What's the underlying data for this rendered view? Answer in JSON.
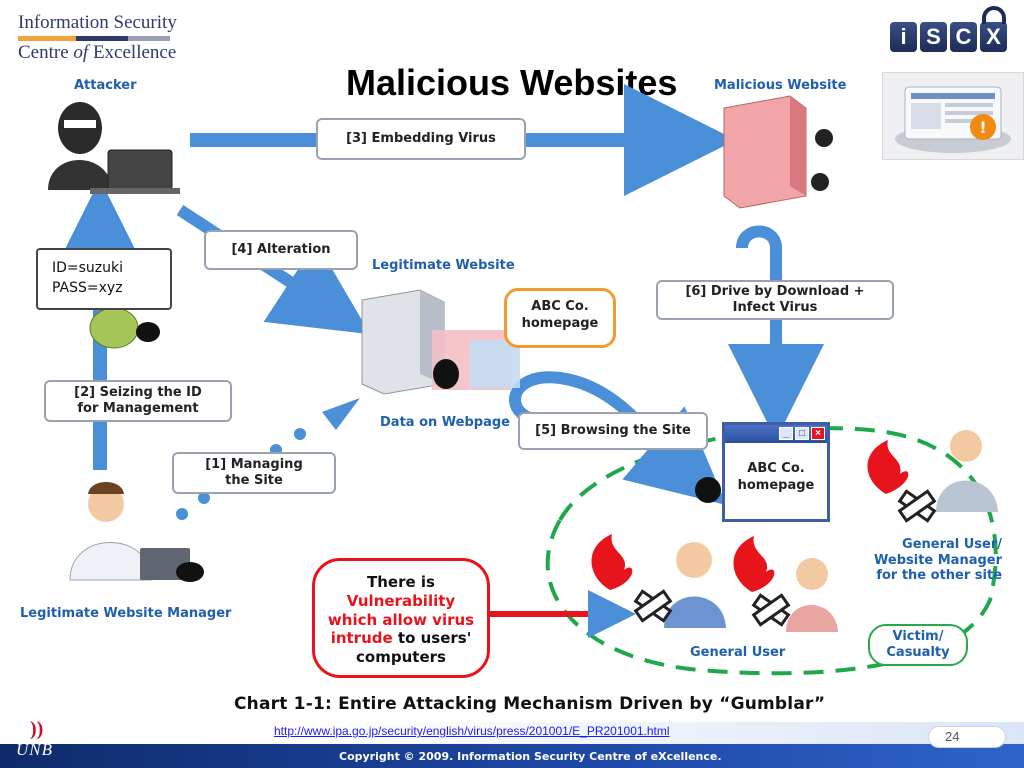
{
  "header": {
    "brand_line1": "Information Security",
    "brand_line2_a": "Centre ",
    "brand_line2_b": "of",
    "brand_line2_c": " Excellence",
    "brand_bar_colors": [
      "#f2a33a",
      "#2d3a6b",
      "#9aa0b4"
    ],
    "slide_title": "Malicious Websites",
    "logo_letters": [
      "i",
      "S",
      "C",
      "X"
    ]
  },
  "diagram": {
    "attacker_label": "Attacker",
    "malicious_site_label": "Malicious Website",
    "legit_site_label": "Legitimate Website",
    "data_on_webpage_label": "Data on Webpage",
    "legit_manager_label": "Legitimate  Website  Manager",
    "general_user_label": "General User",
    "general_user_other": [
      "General User/",
      "Website Manager",
      "for the other site"
    ],
    "victim": [
      "Victim/",
      "Casualty"
    ],
    "steps": {
      "s1": [
        "[1]  Managing",
        "the Site"
      ],
      "s2": [
        "[2]  Seizing the ID",
        "for Management"
      ],
      "s3": "[3] Embedding Virus",
      "s4": "[4]   Alteration",
      "s5": "[5] Browsing the Site",
      "s6": [
        "[6]  Drive by Download +",
        "Infect Virus"
      ]
    },
    "credentials": [
      "ID=suzuki",
      "PASS=xyz"
    ],
    "homepage_bubble": [
      "ABC Co.",
      "homepage"
    ],
    "browser_text": [
      "ABC Co.",
      "homepage"
    ],
    "vuln_callout": {
      "line1": "There is",
      "line2": "Vulnerability",
      "line3": "which allow virus",
      "line4a": "intrude",
      "line4b": " to users'",
      "line5": "computers"
    },
    "caption": "Chart 1-1: Entire Attacking Mechanism Driven by “Gumblar”",
    "colors": {
      "arrow": "#4a8fd8",
      "dashed_circle": "#1fa84a",
      "alert_red": "#e8141c",
      "label_blue": "#1e5fb0"
    }
  },
  "footer": {
    "url": "http://www.ipa.go.jp/security/english/virus/press/201001/E_PR201001.html",
    "page_number": "24",
    "copyright": "Copyright © 2009. Information Security Centre of eXcellence.",
    "unb": "UNB"
  }
}
